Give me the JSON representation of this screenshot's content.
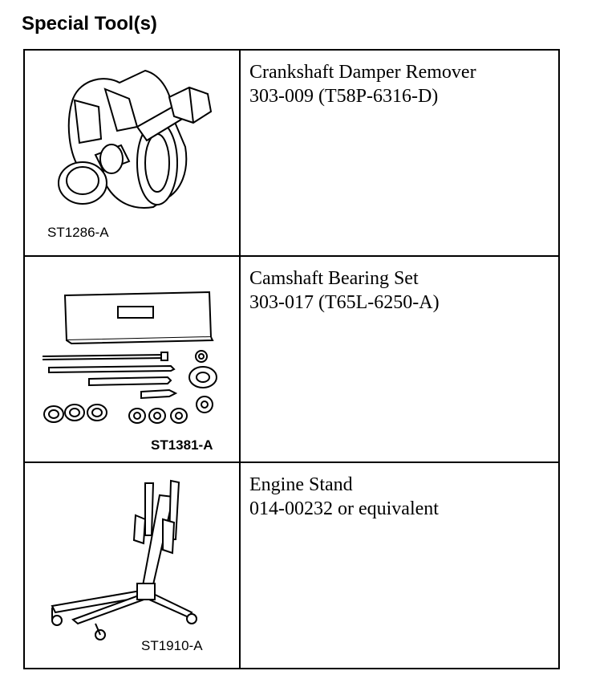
{
  "heading": "Special Tool(s)",
  "tools": [
    {
      "image_code": "ST1286-A",
      "icon": "crankshaft-damper-remover-illustration",
      "name": "Crankshaft Damper Remover",
      "number": "303-009 (T58P-6316-D)"
    },
    {
      "image_code": "ST1381-A",
      "icon": "camshaft-bearing-set-illustration",
      "name": "Camshaft Bearing Set",
      "number": "303-017 (T65L-6250-A)"
    },
    {
      "image_code": "ST1910-A",
      "icon": "engine-stand-illustration",
      "name": "Engine Stand",
      "number": "014-00232 or equivalent"
    }
  ]
}
